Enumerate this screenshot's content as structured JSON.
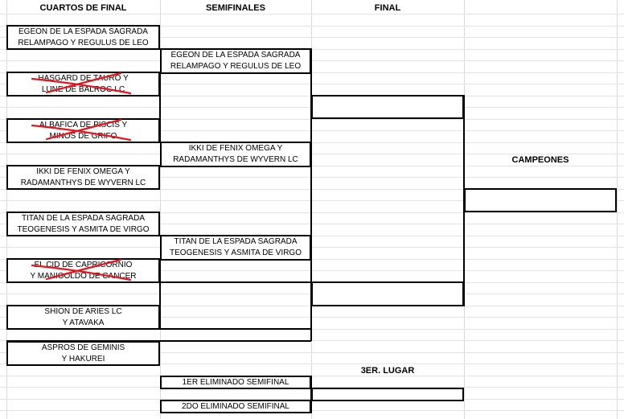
{
  "headers": {
    "quarters": "CUARTOS DE FINAL",
    "semis": "SEMIFINALES",
    "final": "FINAL",
    "champions": "CAMPEONES",
    "third": "3ER. LUGAR"
  },
  "quarterfinals": [
    {
      "line1": "EGEON DE LA ESPADA SAGRADA",
      "line2": "RELAMPAGO Y REGULUS DE LEO",
      "eliminated": false
    },
    {
      "line1": "HASGARD DE TAURO Y",
      "line2": "LUNE DE BALROG LC",
      "eliminated": true
    },
    {
      "line1": "ALBAFICA DE PISCIS Y",
      "line2": "MINOS DE GRIFO",
      "eliminated": true
    },
    {
      "line1": "IKKI DE FENIX OMEGA Y",
      "line2": "RADAMANTHYS DE WYVERN LC",
      "eliminated": false
    },
    {
      "line1": "TITAN DE LA ESPADA SAGRADA",
      "line2": "TEOGENESIS Y ASMITA DE VIRGO",
      "eliminated": false
    },
    {
      "line1": "EL CID DE CAPRICORNIO",
      "line2": "Y MANIGOLDO DE CANCER",
      "eliminated": true
    },
    {
      "line1": "SHION DE ARIES LC",
      "line2": "Y ATAVAKA",
      "eliminated": false
    },
    {
      "line1": "ASPROS DE GEMINIS",
      "line2": "Y HAKUREI",
      "eliminated": false
    }
  ],
  "semifinals": [
    {
      "line1": "EGEON DE LA ESPADA SAGRADA",
      "line2": "RELAMPAGO Y REGULUS DE LEO"
    },
    {
      "line1": "IKKI DE FENIX OMEGA Y",
      "line2": "RADAMANTHYS DE WYVERN LC"
    },
    {
      "line1": "TITAN DE LA ESPADA SAGRADA",
      "line2": "TEOGENESIS Y ASMITA DE VIRGO"
    }
  ],
  "third_place": {
    "first": "1ER ELIMINADO SEMIFINAL",
    "second": "2DO ELIMINADO SEMIFINAL"
  },
  "colors": {
    "strike": "#e8141b",
    "grid": "#d9d9d9",
    "border": "#000000"
  }
}
